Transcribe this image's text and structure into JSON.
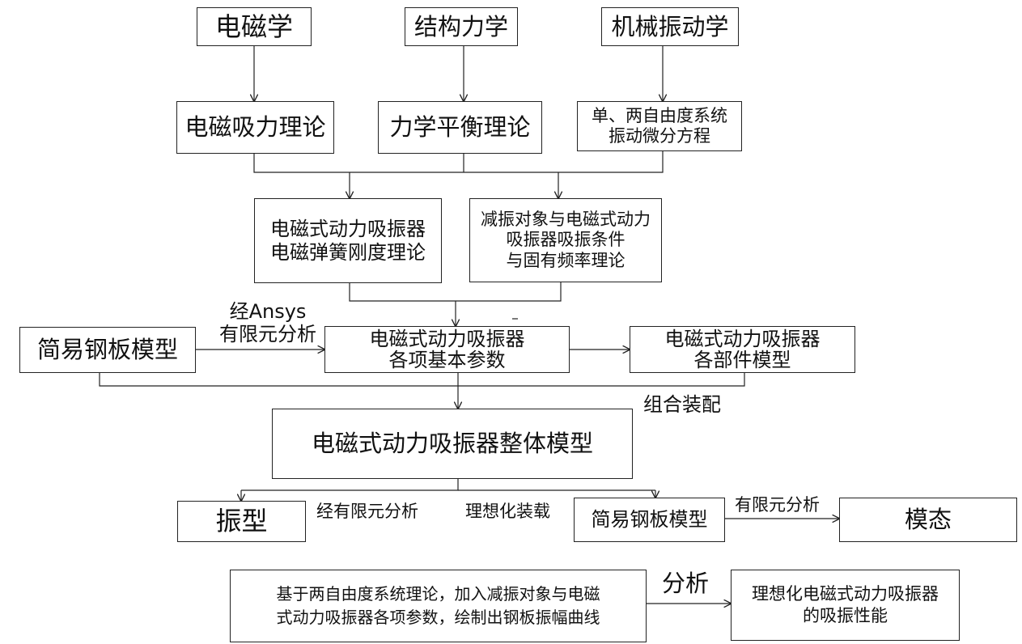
{
  "top": {
    "electromagnetics": "电磁学",
    "structural_mechanics": "结构力学",
    "mechanical_vibration": "机械振动学"
  },
  "theory": {
    "em_attraction": "电磁吸力理论",
    "force_balance": "力学平衡理论",
    "dof_line1": "单、两自由度系统",
    "dof_line2": "振动微分方程"
  },
  "mid": {
    "spring_line1": "电磁式动力吸振器",
    "spring_line2": "电磁弹簧刚度理论",
    "cond_line1": "减振对象与电磁式动力",
    "cond_line2": "吸振器吸振条件",
    "cond_line3": "与固有频率理论"
  },
  "params": {
    "plate_model": "简易钢板模型",
    "ansys_line1": "经Ansys",
    "ansys_line2": "有限元分析",
    "param_line1": "电磁式动力吸振器",
    "param_line2": "各项基本参数",
    "parts_line1": "电磁式动力吸振器",
    "parts_line2": "各部件模型",
    "assembly": "组合装配"
  },
  "whole": {
    "model": "电磁式动力吸振器整体模型"
  },
  "analysis": {
    "mode_shape": "振型",
    "fea_label": "经有限元分析",
    "ideal_label": "理想化装载",
    "plate_model2": "简易钢板模型",
    "fea_label2": "有限元分析",
    "modal": "模态"
  },
  "bottom": {
    "curve_line1": "基于两自由度系统理论，加入减振对象与电磁",
    "curve_line2": "式动力吸振器各项参数，绘制出钢板振幅曲线",
    "analyze": "分析",
    "perf_line1": "理想化电磁式动力吸振器",
    "perf_line2": "的吸振性能"
  }
}
